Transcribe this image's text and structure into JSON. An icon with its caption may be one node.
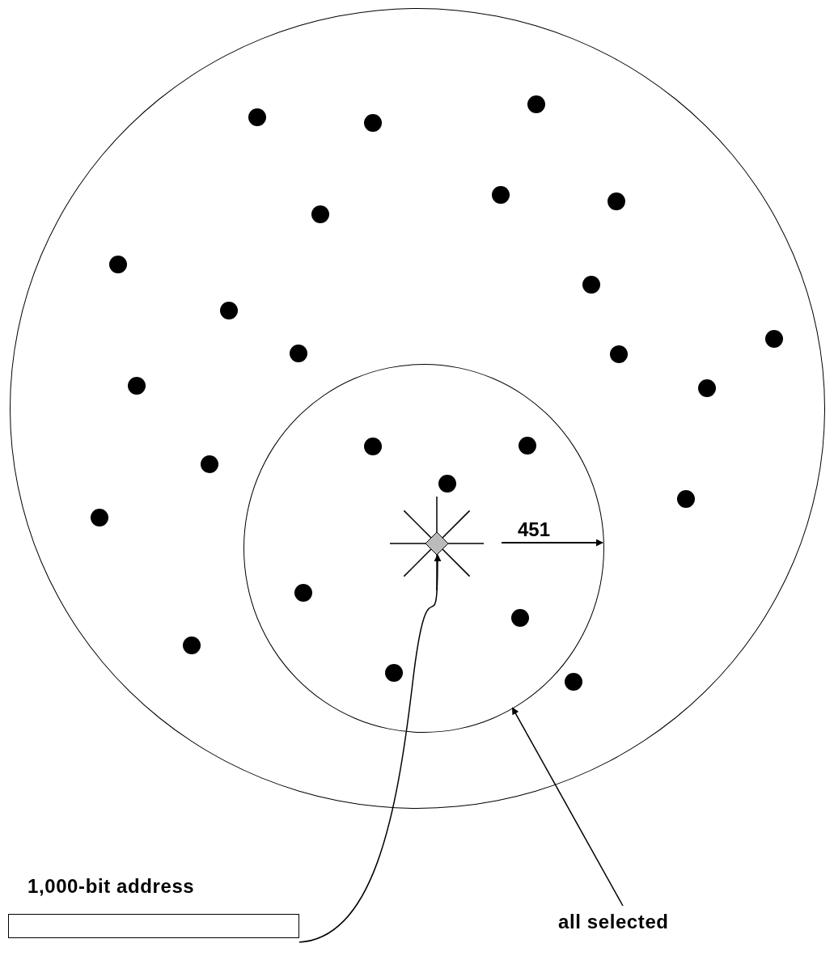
{
  "diagram": {
    "nodes": [
      {
        "text": [],
        "shape": "circle"
      },
      {
        "text": [],
        "shape": "circle",
        "in": 0
      },
      {
        "text": [],
        "shape": "star",
        "in": 1
      },
      {
        "text": [
          "1,000-bit address"
        ]
      },
      {
        "text": [
          "all selected"
        ]
      }
    ],
    "edges": [
      {
        "from": 3,
        "to": 2,
        "arrow": "to"
      },
      {
        "from": 4,
        "to": 1,
        "arrow": "to"
      }
    ],
    "labels": [
      "451"
    ]
  }
}
